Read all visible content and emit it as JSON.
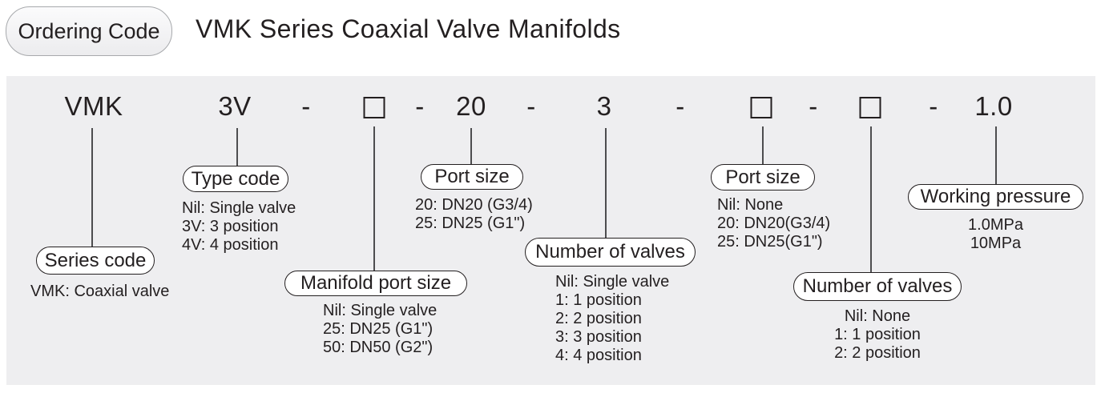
{
  "header": {
    "badge": "Ordering Code",
    "title": "VMK Series Coaxial Valve Manifolds"
  },
  "code": {
    "tokens": [
      "VMK",
      "3V",
      "-",
      "□",
      "-",
      "20",
      "-",
      "3",
      "-",
      "□",
      "-",
      "□",
      "-",
      "1.0"
    ]
  },
  "groups": {
    "series_code": {
      "label": "Series code",
      "items": [
        "VMK: Coaxial valve"
      ]
    },
    "type_code": {
      "label": "Type code",
      "items": [
        "Nil: Single valve",
        "3V: 3 position",
        "4V: 4 position"
      ]
    },
    "manifold_port_size": {
      "label": "Manifold port size",
      "items": [
        "Nil: Single valve",
        "25: DN25 (G1\")",
        "50: DN50 (G2\")"
      ]
    },
    "port_size_1": {
      "label": "Port size",
      "items": [
        "20: DN20 (G3/4)",
        "25: DN25 (G1\")"
      ]
    },
    "number_of_valves_1": {
      "label": "Number of valves",
      "items": [
        "Nil: Single valve",
        "1: 1 position",
        "2: 2 position",
        "3: 3 position",
        "4: 4 position"
      ]
    },
    "port_size_2": {
      "label": "Port size",
      "items": [
        "Nil: None",
        "20: DN20(G3/4)",
        "25: DN25(G1\")"
      ]
    },
    "number_of_valves_2": {
      "label": "Number of valves",
      "items": [
        "Nil: None",
        "1: 1 position",
        "2: 2 position"
      ]
    },
    "working_pressure": {
      "label": "Working pressure",
      "items": [
        "1.0MPa",
        "10MPa"
      ]
    }
  },
  "colors": {
    "panel_bg": "#eeeef0",
    "text": "#231f20",
    "connector": "#4d4d4f",
    "bubble_border": "#231f20",
    "bubble_bg": "#ffffff"
  }
}
